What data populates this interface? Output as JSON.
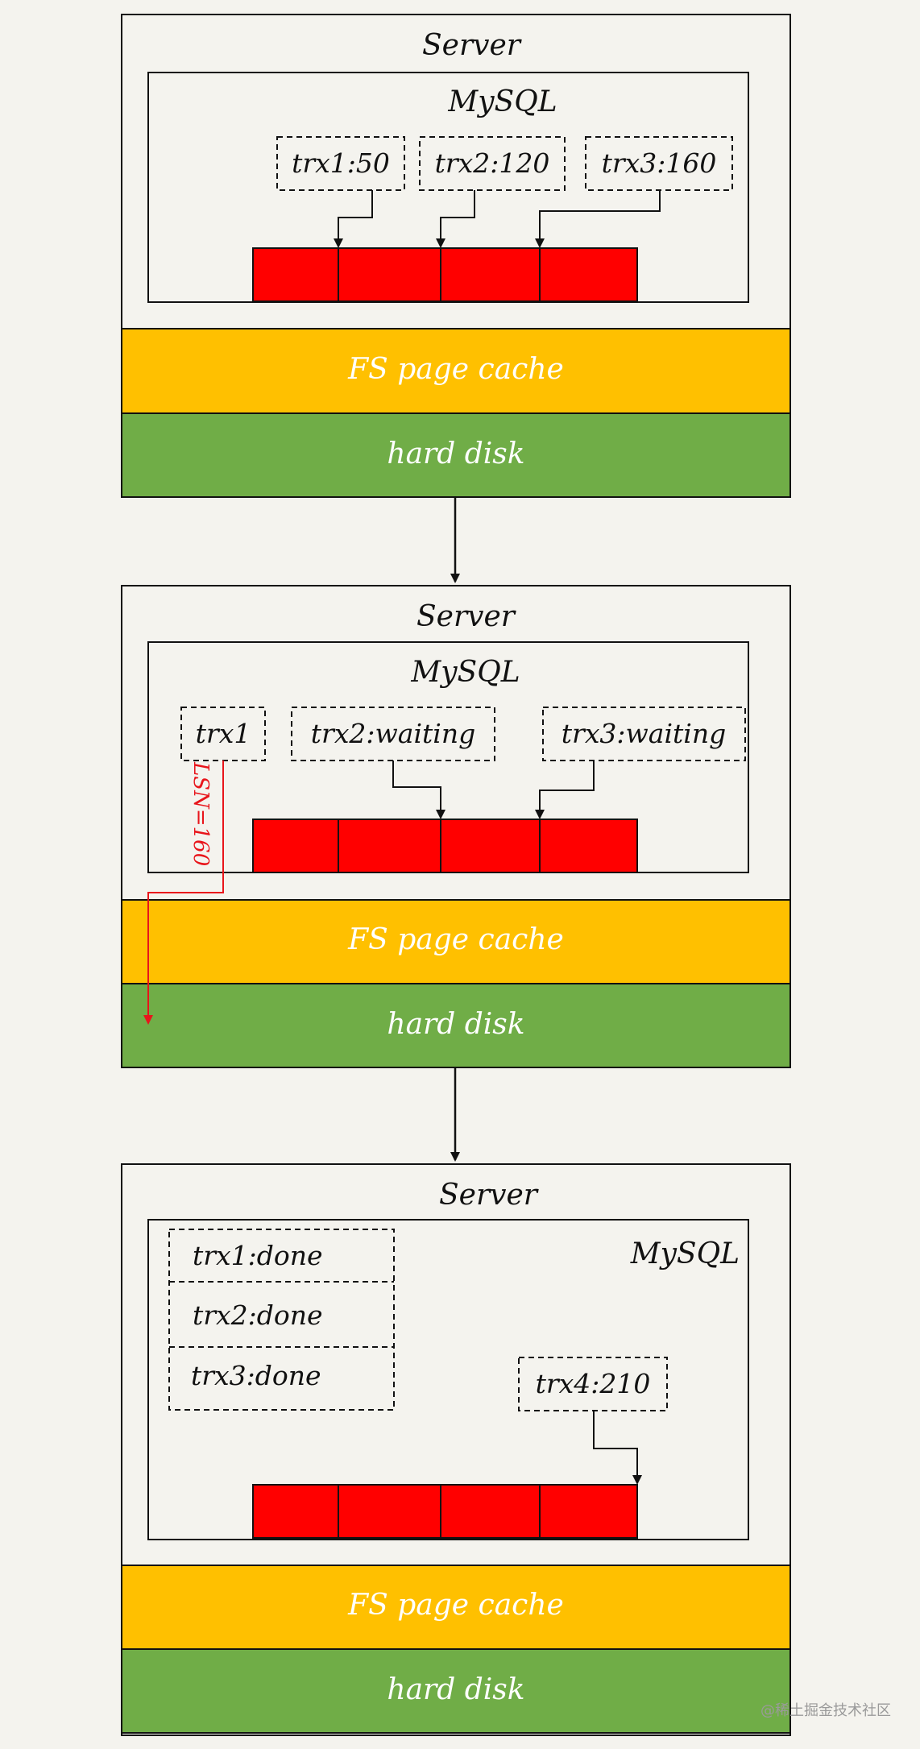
{
  "stages": [
    {
      "server_label": "Server",
      "mysql_label": "MySQL",
      "transactions": [
        "trx1:50",
        "trx2:120",
        "trx3:160"
      ],
      "cache_label": "FS page cache",
      "disk_label": "hard disk"
    },
    {
      "server_label": "Server",
      "mysql_label": "MySQL",
      "transactions": [
        "trx1",
        "trx2:waiting",
        "trx3:waiting"
      ],
      "lsn_label": "LSN=160",
      "cache_label": "FS page cache",
      "disk_label": "hard disk"
    },
    {
      "server_label": "Server",
      "mysql_label": "MySQL",
      "done_transactions": [
        "trx1:done",
        "trx2:done",
        "trx3:done"
      ],
      "transactions": [
        "trx4:210"
      ],
      "cache_label": "FS page cache",
      "disk_label": "hard disk"
    }
  ],
  "colors": {
    "log_buffer": "#ff0000",
    "page_cache": "#ffc000",
    "hard_disk": "#70ad47",
    "lsn_arrow": "#e8151b",
    "outline": "#111111"
  },
  "watermark": "@稀土掘金技术社区"
}
